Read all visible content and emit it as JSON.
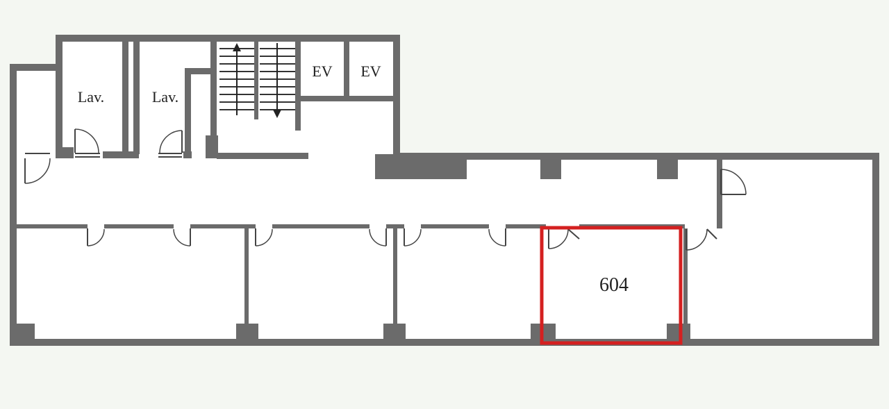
{
  "plan": {
    "labels": {
      "lav_1": "Lav.",
      "lav_2": "Lav.",
      "ev_1": "EV",
      "ev_2": "EV",
      "unit": "604"
    },
    "colors": {
      "wall": "#6b6b6b",
      "highlight": "#d42020",
      "background": "#f4f7f2"
    }
  }
}
